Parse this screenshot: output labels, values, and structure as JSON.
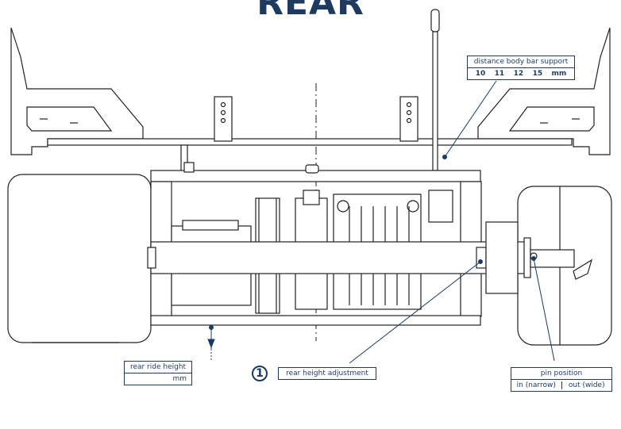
{
  "title": "REAR",
  "body_bar": {
    "label": "distance body bar support",
    "values": [
      "10",
      "11",
      "12",
      "15",
      "mm"
    ]
  },
  "ride_height": {
    "label": "rear ride height",
    "unit": "mm"
  },
  "height_adjust": {
    "number": "1",
    "label": "rear height adjustment"
  },
  "pin": {
    "label": "pin position",
    "options": [
      "in (narrow)",
      "out (wide)"
    ]
  },
  "colors": {
    "line": "#222222",
    "callout": "#1e3a5f"
  }
}
